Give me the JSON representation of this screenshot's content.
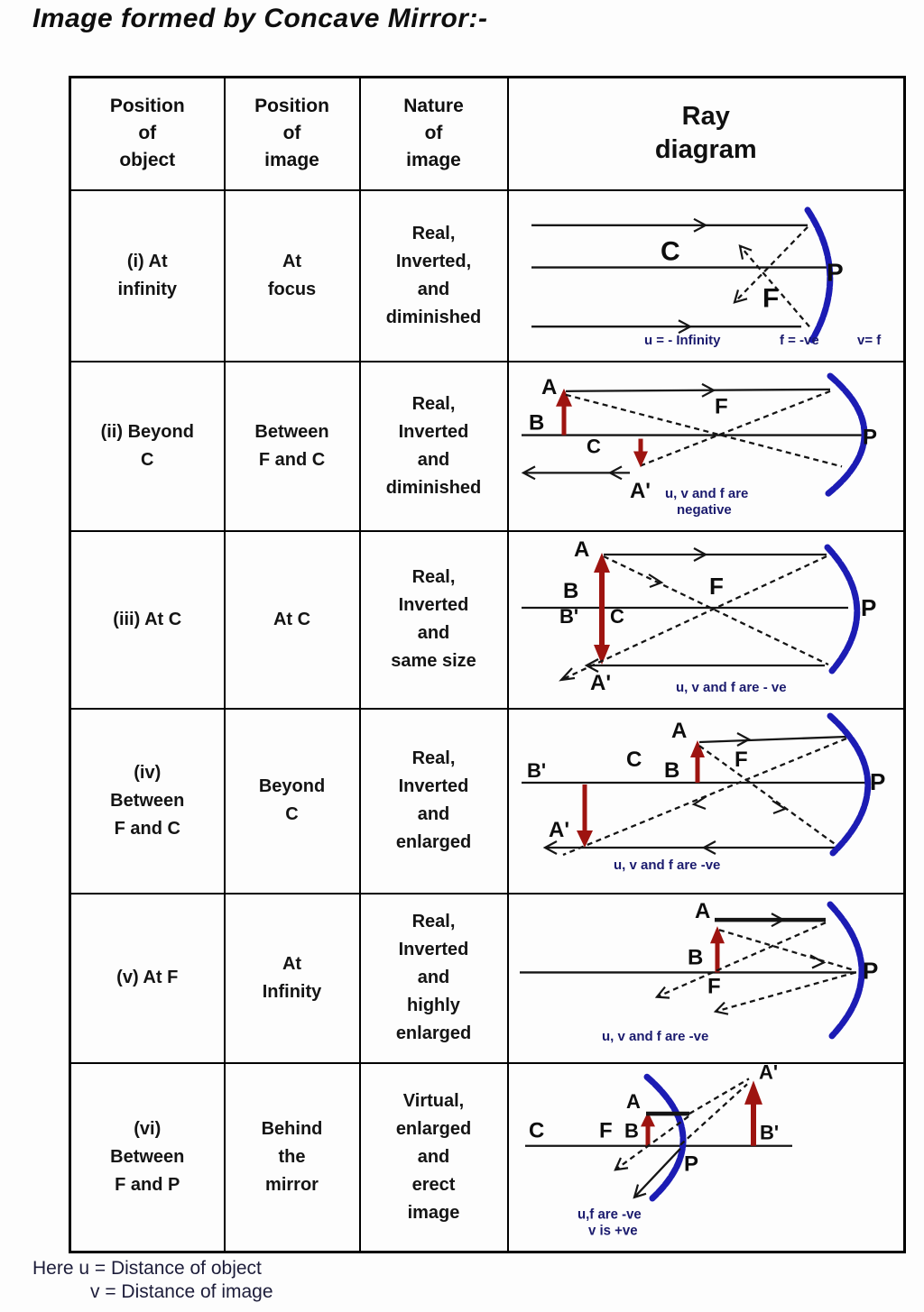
{
  "title": "Image formed by Concave Mirror:-",
  "colors": {
    "mirror": "#1c1cb4",
    "red": "#9e1410",
    "navy": "#1b1b6e"
  },
  "table": {
    "headers": {
      "object": "Position\nof\nobject",
      "image": "Position\nof\nimage",
      "nature": "Nature\nof\nimage",
      "ray": "Ray\ndiagram"
    },
    "rows": [
      {
        "object": "(i) At\ninfinity",
        "image": "At\nfocus",
        "nature": "Real,\nInverted,\nand\ndiminished"
      },
      {
        "object": "(ii) Beyond\nC",
        "image": "Between\nF and C",
        "nature": "Real,\nInverted\nand\ndiminished"
      },
      {
        "object": "(iii) At C",
        "image": "At C",
        "nature": "Real,\nInverted\nand\nsame size"
      },
      {
        "object": "(iv)\nBetween\nF and C",
        "image": "Beyond\nC",
        "nature": "Real,\nInverted\nand\nenlarged"
      },
      {
        "object": "(v) At F",
        "image": "At\nInfinity",
        "nature": "Real,\nInverted\nand\nhighly\nenlarged"
      },
      {
        "object": "(vi)\nBetween\nF and P",
        "image": "Behind\nthe\nmirror",
        "nature": "Virtual,\nenlarged\nand\nerect\nimage"
      }
    ]
  },
  "diagrams": [
    {
      "c": "C",
      "f": "F",
      "p": "P",
      "ann1": "u = - Infinity",
      "ann2": "f = -ve",
      "ann3": "v= f"
    },
    {
      "a": "A",
      "b": "B",
      "c": "C",
      "f": "F",
      "p": "P",
      "a2": "A'",
      "ann1": "u, v and f are",
      "ann2": "negative"
    },
    {
      "a": "A",
      "b": "B",
      "b2": "B'",
      "c": "C",
      "f": "F",
      "p": "P",
      "a2": "A'",
      "ann1": "u, v and f are - ve"
    },
    {
      "a": "A",
      "b": "B",
      "c": "C",
      "f": "F",
      "p": "P",
      "b2": "B'",
      "a2": "A'",
      "ann1": "u, v and f are -ve"
    },
    {
      "a": "A",
      "b": "B",
      "f": "F",
      "p": "P",
      "ann1": "u, v and f are -ve"
    },
    {
      "a": "A",
      "b": "B",
      "c": "C",
      "f": "F",
      "p": "P",
      "a2": "A'",
      "b2": "B'",
      "ann1": "u,f are -ve",
      "ann2": "v is +ve"
    }
  ],
  "footer": {
    "line1": "Here u = Distance of object",
    "line2": "v = Distance of image"
  }
}
